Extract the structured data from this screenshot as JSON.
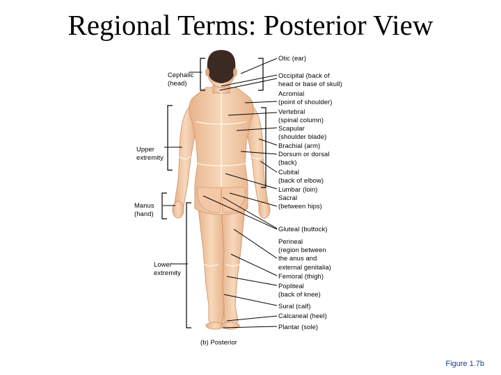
{
  "title": "Regional Terms: Posterior View",
  "left_labels": {
    "cephalic": "Cephalic\n(head)",
    "upper_extremity": "Upper\nextremity",
    "manus": "Manus\n(hand)",
    "lower_extremity": "Lower\nextremity"
  },
  "right_labels": {
    "otic": "Otic (ear)",
    "occipital": "Occipital (back of\nhead or base of skull)",
    "acromial": "Acromial\n(point of shoulder)",
    "vertebral": "Vertebral\n(spinal column)",
    "scapular": "Scapular\n(shoulder blade)",
    "brachial": "Brachial (arm)",
    "dorsum": "Dorsum or dorsal\n(back)",
    "cubital": "Cubital\n(back of elbow)",
    "lumbar": "Lumbar (loin)",
    "sacral": "Sacral\n(between hips)",
    "gluteal": "Gluteal (buttock)",
    "perineal": "Perineal\n(region between\nthe anus and\nexternal genitalia)",
    "femoral": "Femoral (thigh)",
    "popliteal": "Popliteal\n(back of knee)",
    "sural": "Sural (calf)",
    "calcaneal": "Calcaneal (heel)",
    "plantar": "Plantar (sole)"
  },
  "caption": "(b) Posterior",
  "figure_ref": "Figure 1.7b"
}
